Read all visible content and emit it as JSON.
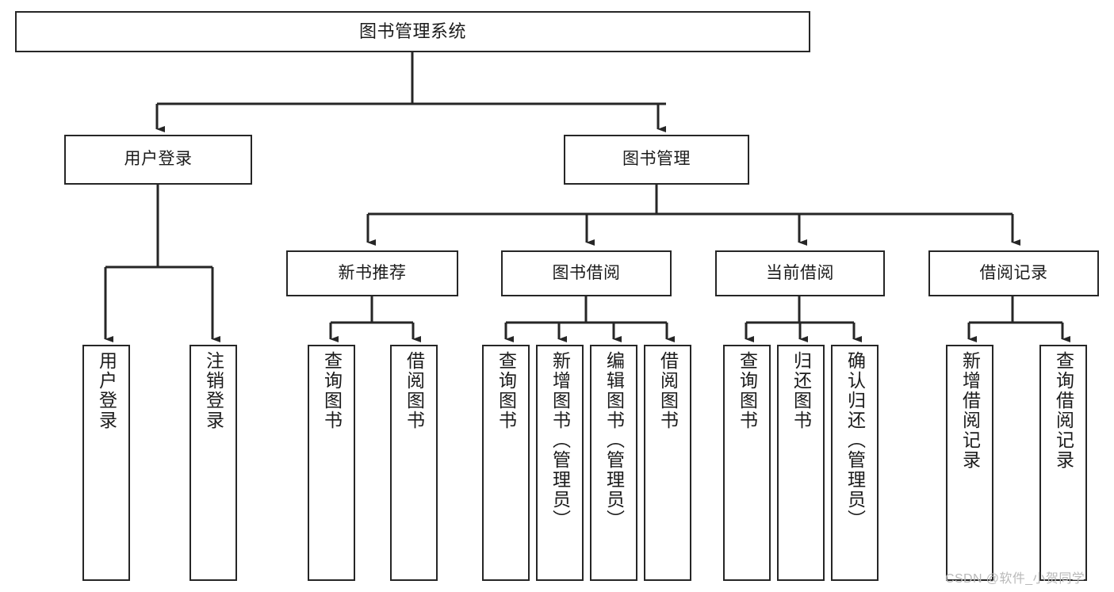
{
  "diagram": {
    "title": "图书管理系统",
    "watermark": "CSDN @软件_小贺同学",
    "stroke_color": "#262626",
    "fill_color": "#ffffff",
    "text_color": "#1b1b1b",
    "watermark_color": "#b9b9b9"
  },
  "chart_data": {
    "type": "tree",
    "title": "图书管理系统",
    "orientation": "top-down",
    "levels": 4,
    "root": {
      "id": "root",
      "label": "图书管理系统",
      "children": [
        {
          "id": "user-login",
          "label": "用户登录",
          "children": [
            {
              "id": "user-login-do",
              "label": "用户登录"
            },
            {
              "id": "user-logout",
              "label": "注销登录"
            }
          ]
        },
        {
          "id": "book-manage",
          "label": "图书管理",
          "children": [
            {
              "id": "new-book-recommend",
              "label": "新书推荐",
              "children": [
                {
                  "id": "nb-query-book",
                  "label": "查询图书"
                },
                {
                  "id": "nb-borrow-book",
                  "label": "借阅图书"
                }
              ]
            },
            {
              "id": "book-borrow",
              "label": "图书借阅",
              "children": [
                {
                  "id": "bb-query-book",
                  "label": "查询图书"
                },
                {
                  "id": "bb-add-book",
                  "label": "新增图书（管理员）"
                },
                {
                  "id": "bb-edit-book",
                  "label": "编辑图书（管理员）"
                },
                {
                  "id": "bb-borrow-book",
                  "label": "借阅图书"
                }
              ]
            },
            {
              "id": "current-borrow",
              "label": "当前借阅",
              "children": [
                {
                  "id": "cb-query-book",
                  "label": "查询图书"
                },
                {
                  "id": "cb-return-book",
                  "label": "归还图书"
                },
                {
                  "id": "cb-confirm-return",
                  "label": "确认归还（管理员）"
                }
              ]
            },
            {
              "id": "borrow-record",
              "label": "借阅记录",
              "children": [
                {
                  "id": "br-add-record",
                  "label": "新增借阅记录"
                },
                {
                  "id": "br-query-record",
                  "label": "查询借阅记录"
                }
              ]
            }
          ]
        }
      ]
    }
  },
  "nodes": {
    "root": "图书管理系统",
    "user_login": "用户登录",
    "book_manage": "图书管理",
    "new_book_recommend": "新书推荐",
    "book_borrow": "图书借阅",
    "current_borrow": "当前借阅",
    "borrow_record": "借阅记录",
    "user_login_do": "用户登录",
    "user_logout": "注销登录",
    "nb_query_book": "查询图书",
    "nb_borrow_book": "借阅图书",
    "bb_query_book": "查询图书",
    "bb_add_book": "新增图书（管理员）",
    "bb_edit_book": "编辑图书（管理员）",
    "bb_borrow_book": "借阅图书",
    "cb_query_book": "查询图书",
    "cb_return_book": "归还图书",
    "cb_confirm_return": "确认归还（管理员）",
    "br_add_record": "新增借阅记录",
    "br_query_record": "查询借阅记录"
  }
}
